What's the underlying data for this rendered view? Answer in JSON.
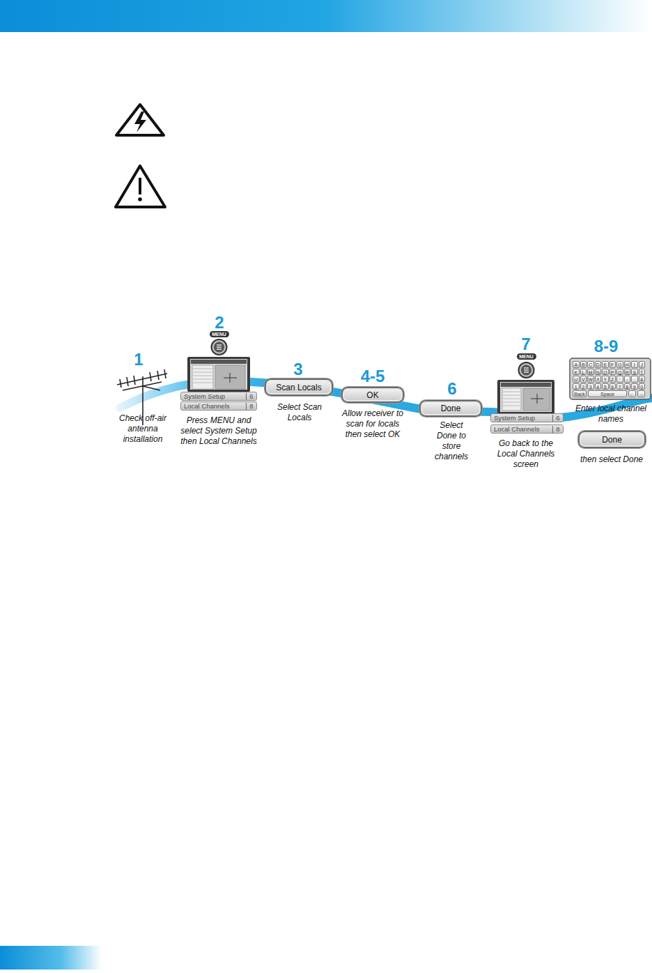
{
  "diagram": {
    "nodes": [
      {
        "text": [
          "System Setup",
          "6"
        ]
      },
      {
        "text": [
          "Local Channels",
          "8"
        ]
      },
      {
        "text": [
          "Scan Locals"
        ]
      },
      {
        "text": [
          "OK"
        ]
      },
      {
        "text": [
          "Done"
        ]
      },
      {
        "text": [
          "System Setup",
          "6"
        ]
      },
      {
        "text": [
          "Local Channels",
          "8"
        ]
      },
      {
        "text": [
          "Done"
        ]
      }
    ],
    "labels": [
      "1",
      "Check off-air antenna installation",
      "2",
      "MENU",
      "Press MENU and select System Setup then Local Channels",
      "3",
      "Select Scan Locals",
      "4-5",
      "Allow receiver to scan for locals then select OK",
      "6",
      "Select Done to store channels",
      "7",
      "MENU",
      "Go back to the Local Channels screen",
      "8-9",
      "A",
      "B",
      "C",
      "D",
      "E",
      "F",
      "G",
      "H",
      "I",
      "J",
      "K",
      "L",
      "M",
      "N",
      "O",
      "P",
      "Q",
      "R",
      "S",
      "T",
      "U",
      "V",
      "W",
      "X",
      "Y",
      "Z",
      "'",
      "-",
      ".",
      "&",
      "1",
      "2",
      "3",
      "4",
      "5",
      "6",
      "7",
      "8",
      "9",
      "0",
      "Back",
      "Space",
      "←",
      "→",
      "Enter local channel names",
      "then select Done"
    ]
  }
}
